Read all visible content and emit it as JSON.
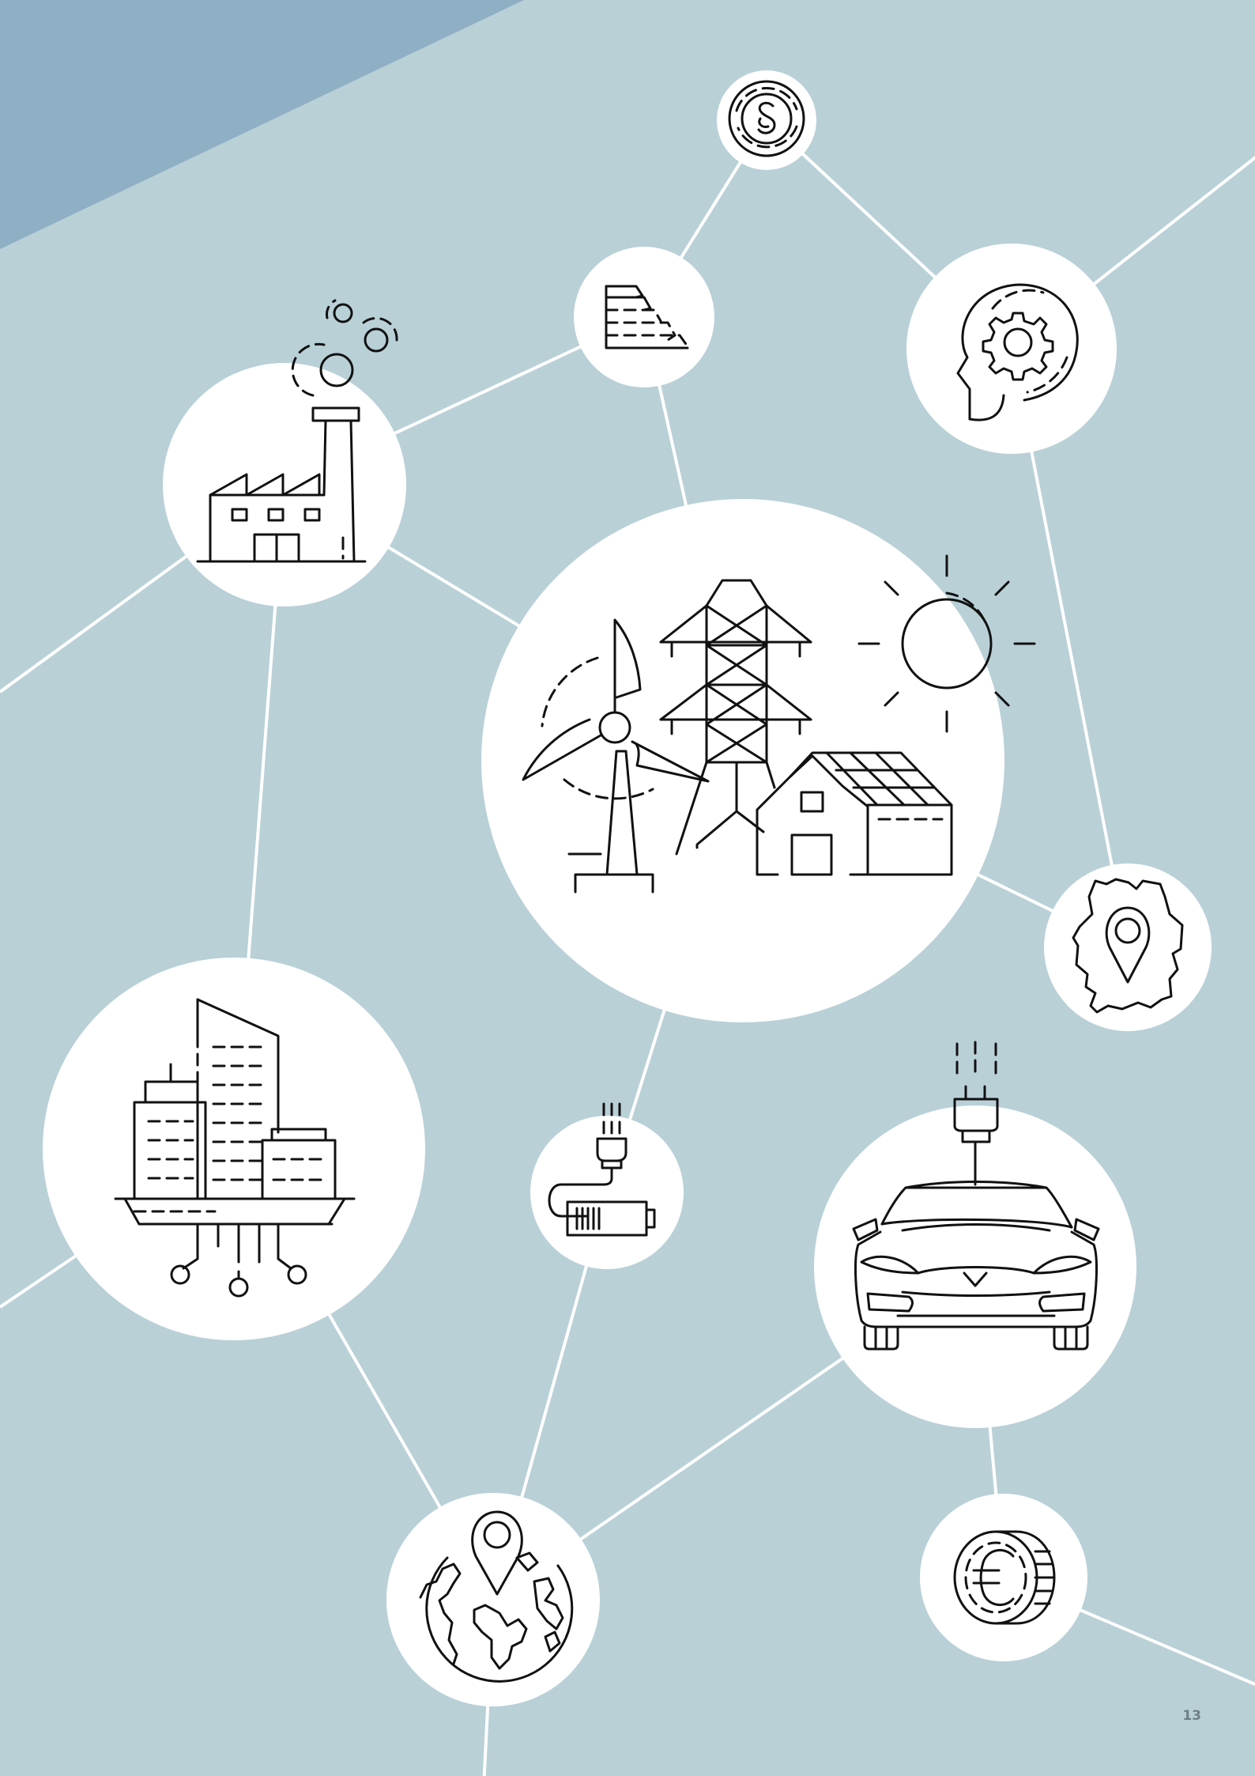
{
  "page": {
    "number": "13"
  },
  "colors": {
    "background": "#b9d0d7",
    "corner_triangle": "#8fafc5",
    "connector": "#ffffff",
    "node_fill": "#ffffff",
    "icon_stroke": "#111111"
  },
  "nodes": [
    {
      "id": "law",
      "icon": "law-paragraph-icon"
    },
    {
      "id": "efficiency",
      "icon": "energy-efficiency-scale-icon"
    },
    {
      "id": "ideas",
      "icon": "head-gear-icon"
    },
    {
      "id": "industry",
      "icon": "factory-icon"
    },
    {
      "id": "energy",
      "icon": "renewable-energy-icon"
    },
    {
      "id": "germany",
      "icon": "germany-map-pin-icon"
    },
    {
      "id": "city",
      "icon": "smart-city-icon"
    },
    {
      "id": "storage",
      "icon": "battery-plug-icon"
    },
    {
      "id": "mobility",
      "icon": "electric-car-icon"
    },
    {
      "id": "global",
      "icon": "globe-pin-icon"
    },
    {
      "id": "finance",
      "icon": "euro-coin-icon"
    }
  ]
}
